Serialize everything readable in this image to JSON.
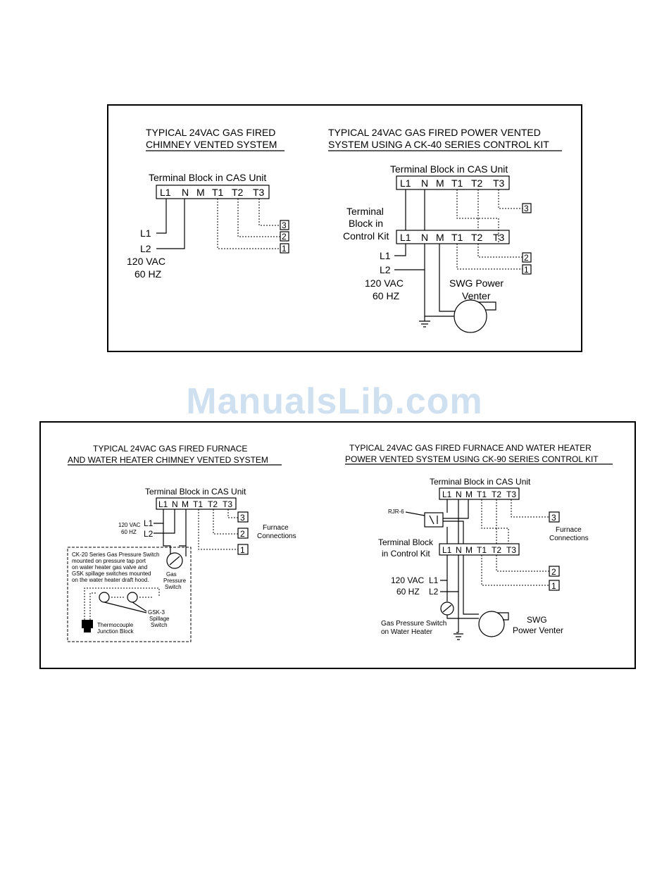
{
  "watermark": "ManualsLib.com",
  "diagram_a": {
    "title_line1": "TYPICAL 24VAC GAS FIRED",
    "title_line2": "CHIMNEY VENTED SYSTEM",
    "tb_label": "Terminal Block in CAS Unit",
    "terminals": [
      "L1",
      "N",
      "M",
      "T1",
      "T2",
      "T3"
    ],
    "supply_l1": "L1",
    "supply_l2": "L2",
    "voltage": "120 VAC",
    "freq": "60 HZ",
    "boxes": [
      "3",
      "2",
      "1"
    ]
  },
  "diagram_b": {
    "title_line1": "TYPICAL 24VAC GAS FIRED POWER VENTED",
    "title_line2": "SYSTEM USING A CK-40 SERIES CONTROL KIT",
    "tb_label": "Terminal Block in CAS Unit",
    "terminals": [
      "L1",
      "N",
      "M",
      "T1",
      "T2",
      "T3"
    ],
    "kit_label_1": "Terminal",
    "kit_label_2": "Block in",
    "kit_label_3": "Control Kit",
    "kit_terminals": [
      "L1",
      "N",
      "M",
      "T1",
      "T2",
      "T3"
    ],
    "supply_l1": "L1",
    "supply_l2": "L2",
    "voltage": "120 VAC",
    "freq": "60 HZ",
    "venter_1": "SWG Power",
    "venter_2": "Venter",
    "boxes": [
      "3",
      "2",
      "1"
    ]
  },
  "diagram_c": {
    "title_line1": "TYPICAL 24VAC GAS FIRED FURNACE",
    "title_line2": "AND WATER HEATER CHIMNEY VENTED SYSTEM",
    "tb_label": "Terminal Block in CAS Unit",
    "terminals": [
      "L1",
      "N",
      "M",
      "T1",
      "T2",
      "T3"
    ],
    "voltage": "120 VAC",
    "freq": "60 HZ",
    "supply_l1": "L1",
    "supply_l2": "L2",
    "boxes": [
      "3",
      "2",
      "1"
    ],
    "furnace_1": "Furnace",
    "furnace_2": "Connections",
    "note": [
      "CK-20 Series Gas Pressure Switch",
      "mounted on pressure tap port",
      "on water heater gas valve and",
      "GSK spillage switches mounted",
      "on the water heater draft hood."
    ],
    "gps_1": "Gas",
    "gps_2": "Pressure",
    "gps_3": "Switch",
    "gsk_1": "GSK-3",
    "gsk_2": "Spillage",
    "gsk_3": "Switch",
    "tc_1": "Thermocouple",
    "tc_2": "Junction Block"
  },
  "diagram_d": {
    "title_line1": "TYPICAL 24VAC GAS FIRED FURNACE AND WATER HEATER",
    "title_line2": "POWER VENTED SYSTEM USING CK-90 SERIES CONTROL KIT",
    "tb_label": "Terminal Block in CAS Unit",
    "terminals": [
      "L1",
      "N",
      "M",
      "T1",
      "T2",
      "T3"
    ],
    "relay": "RJR-6",
    "kit_label_1": "Terminal Block",
    "kit_label_2": "in Control Kit",
    "kit_terminals": [
      "L1",
      "N",
      "M",
      "T1",
      "T2",
      "T3"
    ],
    "voltage": "120 VAC",
    "freq": "60 HZ",
    "supply_l1": "L1",
    "supply_l2": "L2",
    "boxes": [
      "3",
      "2",
      "1"
    ],
    "furnace_1": "Furnace",
    "furnace_2": "Connections",
    "gps_1": "Gas Pressure Switch",
    "gps_2": "on Water Heater",
    "venter_1": "SWG",
    "venter_2": "Power Venter"
  }
}
